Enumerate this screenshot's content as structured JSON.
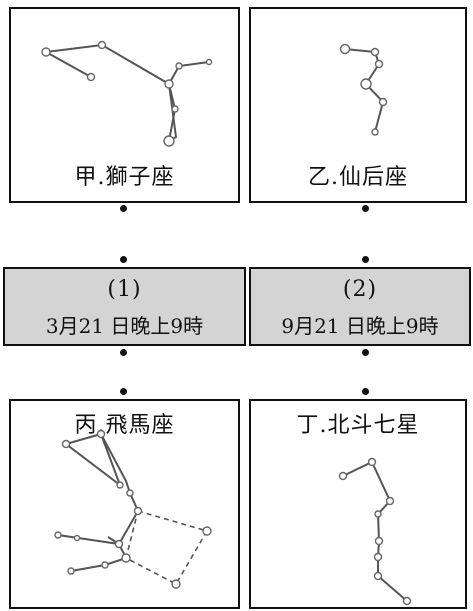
{
  "panels": {
    "a": {
      "label": "甲.獅子座"
    },
    "b": {
      "label": "乙.仙后座"
    },
    "c": {
      "label": "丙.飛馬座"
    },
    "d": {
      "label": "丁.北斗七星"
    }
  },
  "times": {
    "one": {
      "num": "(1)",
      "date": "3月21 日晚上9時"
    },
    "two": {
      "num": "(2)",
      "date": "9月21 日晚上9時"
    }
  }
}
